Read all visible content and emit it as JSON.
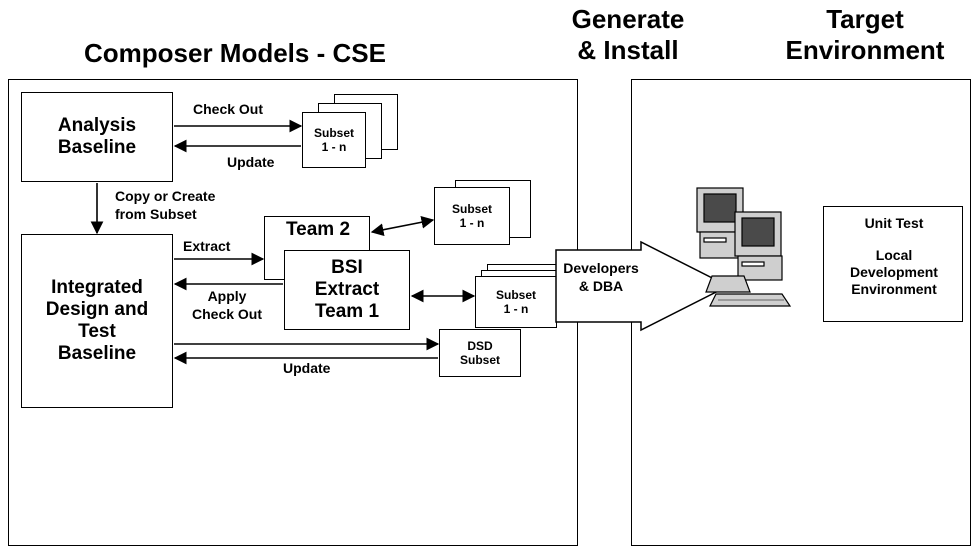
{
  "headers": {
    "cse": "Composer Models - CSE",
    "generate": [
      "Generate",
      "& Install"
    ],
    "target": [
      "Target",
      "Environment"
    ]
  },
  "boxes": {
    "analysis_baseline": [
      "Analysis",
      "Baseline"
    ],
    "integrated_baseline": [
      "Integrated",
      "Design and",
      "Test",
      "Baseline"
    ],
    "team2": "Team 2",
    "bsi_extract": [
      "BSI",
      "Extract",
      "Team 1"
    ],
    "subset_top": [
      "Subset",
      "1 - n"
    ],
    "subset_mid": [
      "Subset",
      "1 - n"
    ],
    "subset_dev": [
      "Subset",
      "1 - n"
    ],
    "dsd_subset": [
      "DSD",
      "Subset"
    ],
    "unit_test": [
      "Unit Test",
      "Local",
      "Development",
      "Environment"
    ]
  },
  "arrow_labels": {
    "check_out_top": "Check Out",
    "update_top": "Update",
    "copy_create": [
      "Copy or Create",
      "from Subset"
    ],
    "extract": "Extract",
    "apply_check_out": [
      "Apply",
      "Check Out"
    ],
    "update_bottom": "Update",
    "developers_dba": [
      "Developers",
      "& DBA"
    ]
  },
  "icons": {
    "workstation": "computer-workstation-icon"
  }
}
